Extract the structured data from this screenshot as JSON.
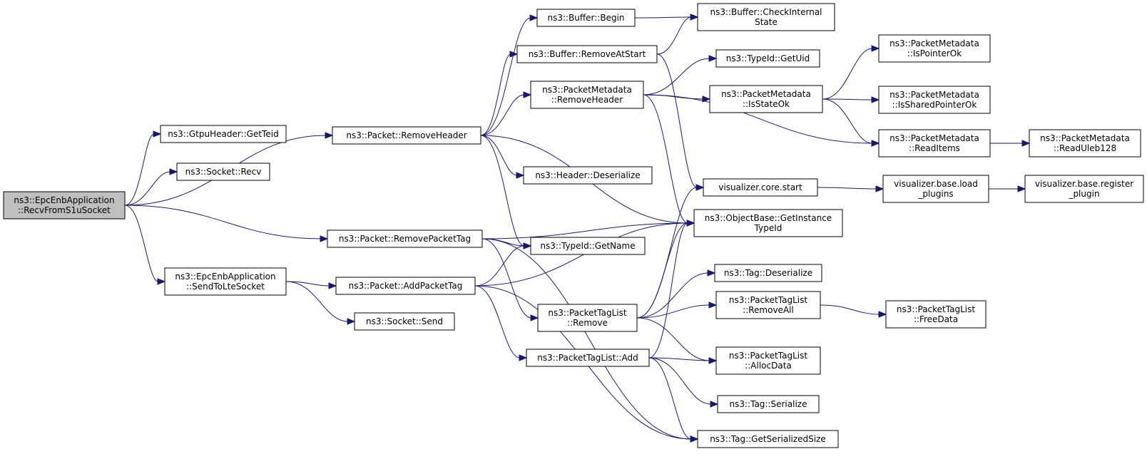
{
  "nodes": [
    {
      "id": "root",
      "lines": [
        "ns3::EpcEnbApplication",
        "::RecvFromS1uSocket"
      ],
      "highlight": true
    },
    {
      "id": "gtpu_getteid",
      "lines": [
        "ns3::GtpuHeader::GetTeid"
      ]
    },
    {
      "id": "socket_recv",
      "lines": [
        "ns3::Socket::Recv"
      ]
    },
    {
      "id": "sendtolte",
      "lines": [
        "ns3::EpcEnbApplication",
        "::SendToLteSocket"
      ]
    },
    {
      "id": "pkt_removeheader",
      "lines": [
        "ns3::Packet::RemoveHeader"
      ]
    },
    {
      "id": "pkt_removepackettag",
      "lines": [
        "ns3::Packet::RemovePacketTag"
      ]
    },
    {
      "id": "pkt_addpackettag",
      "lines": [
        "ns3::Packet::AddPacketTag"
      ]
    },
    {
      "id": "socket_send",
      "lines": [
        "ns3::Socket::Send"
      ]
    },
    {
      "id": "buf_begin",
      "lines": [
        "ns3::Buffer::Begin"
      ]
    },
    {
      "id": "buf_removeatstart",
      "lines": [
        "ns3::Buffer::RemoveAtStart"
      ]
    },
    {
      "id": "pm_removeheader",
      "lines": [
        "ns3::PacketMetadata",
        "::RemoveHeader"
      ]
    },
    {
      "id": "header_deserialize",
      "lines": [
        "ns3::Header::Deserialize"
      ]
    },
    {
      "id": "typeid_getname",
      "lines": [
        "ns3::TypeId::GetName"
      ]
    },
    {
      "id": "ptl_remove",
      "lines": [
        "ns3::PacketTagList",
        "::Remove"
      ]
    },
    {
      "id": "ptl_add",
      "lines": [
        "ns3::PacketTagList::Add"
      ]
    },
    {
      "id": "buf_checkinternal",
      "lines": [
        "ns3::Buffer::CheckInternal",
        "State"
      ]
    },
    {
      "id": "typeid_getuid",
      "lines": [
        "ns3::TypeId::GetUid"
      ]
    },
    {
      "id": "pm_isstateok",
      "lines": [
        "ns3::PacketMetadata",
        "::IsStateOk"
      ]
    },
    {
      "id": "vis_core_start",
      "lines": [
        "visualizer.core.start"
      ]
    },
    {
      "id": "ob_getinstancetypeid",
      "lines": [
        "ns3::ObjectBase::GetInstance",
        "TypeId"
      ]
    },
    {
      "id": "tag_deserialize",
      "lines": [
        "ns3::Tag::Deserialize"
      ]
    },
    {
      "id": "ptl_removeall",
      "lines": [
        "ns3::PacketTagList",
        "::RemoveAll"
      ]
    },
    {
      "id": "ptl_allocdata",
      "lines": [
        "ns3::PacketTagList",
        "::AllocData"
      ]
    },
    {
      "id": "tag_serialize",
      "lines": [
        "ns3::Tag::Serialize"
      ]
    },
    {
      "id": "tag_getserializedsize",
      "lines": [
        "ns3::Tag::GetSerializedSize"
      ]
    },
    {
      "id": "pm_ispointerok",
      "lines": [
        "ns3::PacketMetadata",
        "::IsPointerOk"
      ]
    },
    {
      "id": "pm_issharedpointerok",
      "lines": [
        "ns3::PacketMetadata",
        "::IsSharedPointerOk"
      ]
    },
    {
      "id": "pm_readitems",
      "lines": [
        "ns3::PacketMetadata",
        "::ReadItems"
      ]
    },
    {
      "id": "vis_base_loadplugins",
      "lines": [
        "visualizer.base.load",
        "_plugins"
      ]
    },
    {
      "id": "ptl_freedata",
      "lines": [
        "ns3::PacketTagList",
        "::FreeData"
      ]
    },
    {
      "id": "pm_readuleb128",
      "lines": [
        "ns3::PacketMetadata",
        "::ReadUleb128"
      ]
    },
    {
      "id": "vis_base_registerplugin",
      "lines": [
        "visualizer.base.register",
        "_plugin"
      ]
    }
  ],
  "edges": [
    [
      "root",
      "gtpu_getteid"
    ],
    [
      "root",
      "socket_recv"
    ],
    [
      "root",
      "pkt_removeheader"
    ],
    [
      "root",
      "pkt_removepackettag"
    ],
    [
      "root",
      "sendtolte"
    ],
    [
      "pkt_removeheader",
      "buf_begin"
    ],
    [
      "pkt_removeheader",
      "buf_removeatstart"
    ],
    [
      "pkt_removeheader",
      "pm_removeheader"
    ],
    [
      "pkt_removeheader",
      "ob_getinstancetypeid"
    ],
    [
      "pkt_removeheader",
      "header_deserialize"
    ],
    [
      "pkt_removeheader",
      "typeid_getname"
    ],
    [
      "buf_begin",
      "buf_checkinternal"
    ],
    [
      "buf_removeatstart",
      "buf_checkinternal"
    ],
    [
      "buf_removeatstart",
      "vis_core_start"
    ],
    [
      "pm_removeheader",
      "typeid_getuid"
    ],
    [
      "pm_removeheader",
      "pm_isstateok"
    ],
    [
      "pm_removeheader",
      "pm_readitems"
    ],
    [
      "pm_removeheader",
      "ob_getinstancetypeid"
    ],
    [
      "pm_isstateok",
      "pm_ispointerok"
    ],
    [
      "pm_isstateok",
      "pm_issharedpointerok"
    ],
    [
      "pm_isstateok",
      "pm_readitems"
    ],
    [
      "pm_readitems",
      "pm_readuleb128"
    ],
    [
      "vis_core_start",
      "vis_base_loadplugins"
    ],
    [
      "vis_base_loadplugins",
      "vis_base_registerplugin"
    ],
    [
      "pkt_removepackettag",
      "ob_getinstancetypeid"
    ],
    [
      "pkt_removepackettag",
      "typeid_getname"
    ],
    [
      "pkt_removepackettag",
      "ptl_remove"
    ],
    [
      "pkt_removepackettag",
      "tag_getserializedsize"
    ],
    [
      "sendtolte",
      "pkt_addpackettag"
    ],
    [
      "sendtolte",
      "socket_send"
    ],
    [
      "pkt_addpackettag",
      "typeid_getname"
    ],
    [
      "pkt_addpackettag",
      "ob_getinstancetypeid"
    ],
    [
      "pkt_addpackettag",
      "ptl_add"
    ],
    [
      "pkt_addpackettag",
      "tag_getserializedsize"
    ],
    [
      "ptl_remove",
      "vis_core_start"
    ],
    [
      "ptl_remove",
      "ob_getinstancetypeid"
    ],
    [
      "ptl_remove",
      "tag_deserialize"
    ],
    [
      "ptl_remove",
      "ptl_removeall"
    ],
    [
      "ptl_remove",
      "ptl_allocdata"
    ],
    [
      "ptl_removeall",
      "ptl_freedata"
    ],
    [
      "ptl_add",
      "ob_getinstancetypeid"
    ],
    [
      "ptl_add",
      "ptl_allocdata"
    ],
    [
      "ptl_add",
      "tag_serialize"
    ],
    [
      "ptl_add",
      "tag_getserializedsize"
    ]
  ],
  "colors": {
    "edge": "#191970",
    "root_fill": "#bfbfbf",
    "node_fill": "#ffffff",
    "node_stroke": "#000000"
  }
}
